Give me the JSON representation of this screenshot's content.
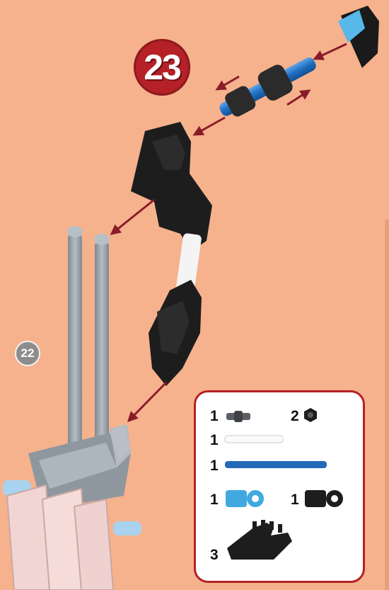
{
  "step": {
    "number": "23",
    "previous_step": "22"
  },
  "colors": {
    "background": "#f6b28d",
    "accent_red": "#b52126",
    "arrow": "#8a1b2a",
    "black_part": "#1c1c1c",
    "blue_part": "#2a79c8",
    "light_blue_part": "#4fb5e6",
    "grey_part": "#9aa3ab",
    "pink_part": "#f3d8d5"
  },
  "parts_list": {
    "items": [
      {
        "qty": "1",
        "part": "short-grey-connector"
      },
      {
        "qty": "2",
        "part": "black-bushing"
      },
      {
        "qty": "1",
        "part": "white-rod-medium"
      },
      {
        "qty": "1",
        "part": "blue-rod-long"
      },
      {
        "qty": "1",
        "part": "light-blue-hinge-clip"
      },
      {
        "qty": "1",
        "part": "black-hinge-clip"
      },
      {
        "qty": "3",
        "part": "black-gear-bracket"
      }
    ]
  }
}
